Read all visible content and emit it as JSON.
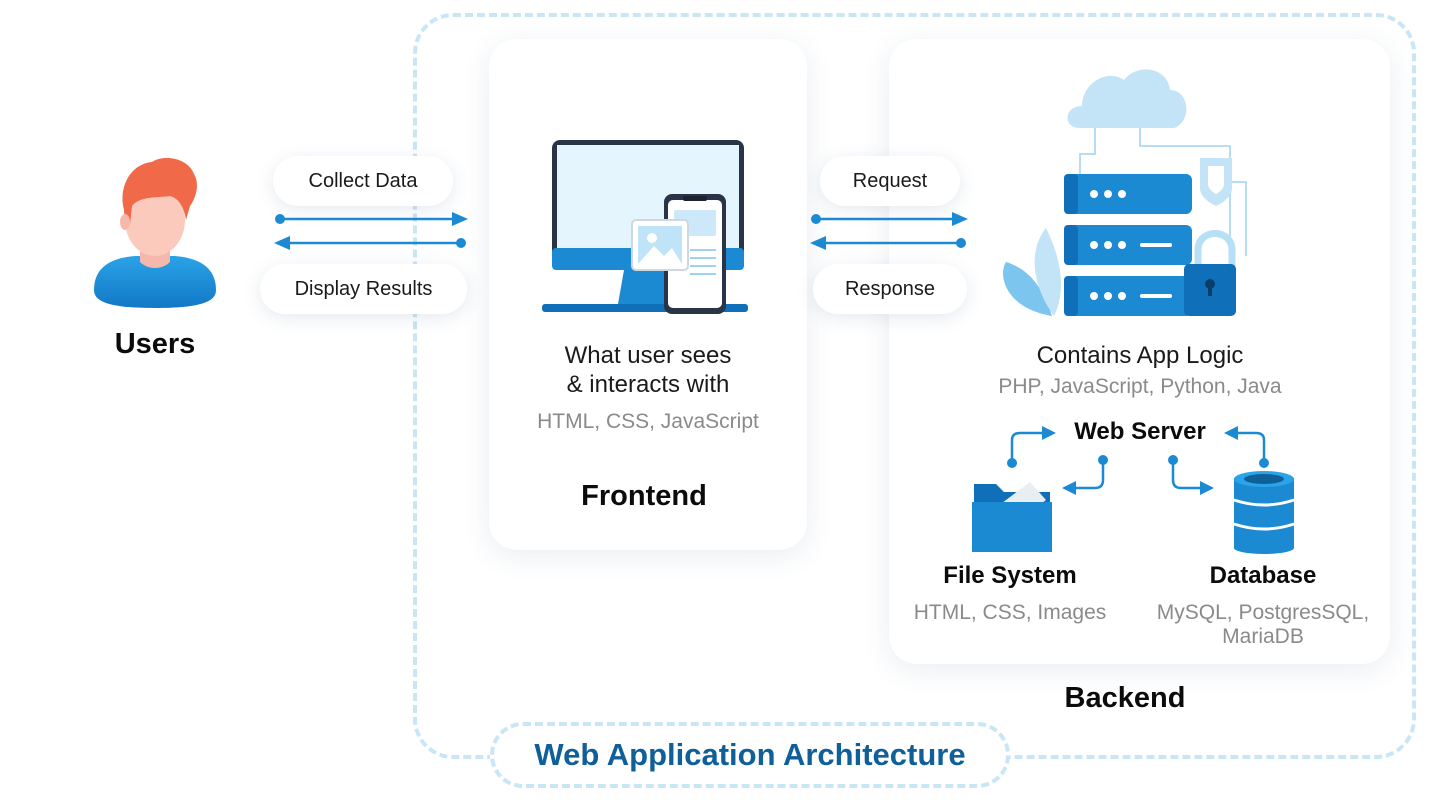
{
  "users": {
    "label": "Users",
    "icon": "user-avatar-icon"
  },
  "user_frontend_flow": {
    "top_label": "Collect Data",
    "bottom_label": "Display Results"
  },
  "frontend": {
    "desc_line1": "What user sees",
    "desc_line2": "& interacts  with",
    "tech": "HTML, CSS, JavaScript",
    "title": "Frontend",
    "icon": "monitor-phone-icon"
  },
  "frontend_backend_flow": {
    "top_label": "Request",
    "bottom_label": "Response"
  },
  "backend": {
    "desc": "Contains App Logic",
    "tech": "PHP, JavaScript, Python, Java",
    "web_server": "Web Server",
    "file_system": {
      "title": "File System",
      "tech": "HTML, CSS, Images",
      "icon": "folder-icon"
    },
    "database": {
      "title": "Database",
      "tech_line1": "MySQL, PostgresSQL,",
      "tech_line2": "MariaDB",
      "icon": "database-icon"
    },
    "title": "Backend",
    "icon": "cloud-server-icon"
  },
  "footer_title": "Web Application Architecture",
  "colors": {
    "primary_blue": "#1b8ad3",
    "dark_blue": "#0f5f99",
    "light_blue": "#c9e6f7",
    "hair": "#f06a4a"
  }
}
